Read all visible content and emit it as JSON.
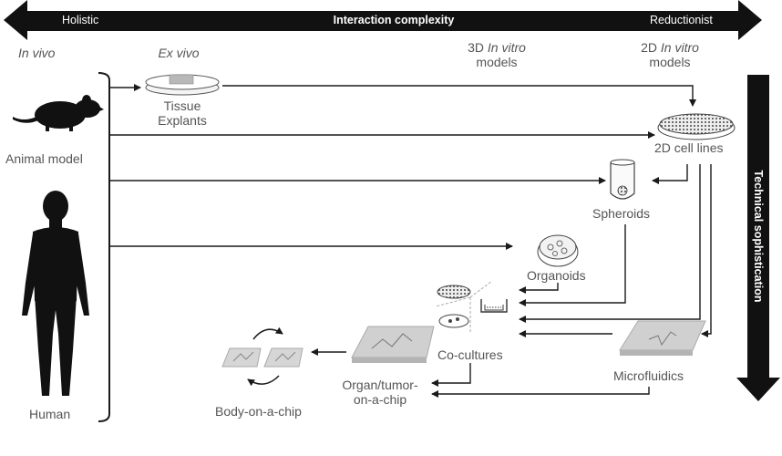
{
  "top_arrow": {
    "left_label": "Holistic",
    "center_label": "Interaction complexity",
    "right_label": "Reductionist"
  },
  "side_arrow": {
    "label": "Technical sophistication"
  },
  "columns": {
    "in_vivo": "In vivo",
    "ex_vivo": "Ex vivo",
    "in_vitro_3d_prefix": "3D",
    "in_vitro_3d_italic": "In vitro",
    "in_vitro_3d_suffix": "models",
    "in_vitro_2d_prefix": "2D",
    "in_vitro_2d_italic": "In vitro",
    "in_vitro_2d_suffix": "models"
  },
  "nodes": {
    "animal_model": "Animal model",
    "human": "Human",
    "tissue_line1": "Tissue",
    "tissue_line2": "Explants",
    "cell_lines_2d": "2D cell lines",
    "spheroids": "Spheroids",
    "organoids": "Organoids",
    "co_cultures": "Co-cultures",
    "microfluidics": "Microfluidics",
    "organ_line1": "Organ/tumor-",
    "organ_line2": "on-a-chip",
    "body_on_chip": "Body-on-a-chip"
  },
  "colors": {
    "arrow_fill": "#111111",
    "connector": "#1a1a1a",
    "silhouette": "#111111",
    "icon_gray": "#c8c8c8",
    "text": "#555555"
  }
}
